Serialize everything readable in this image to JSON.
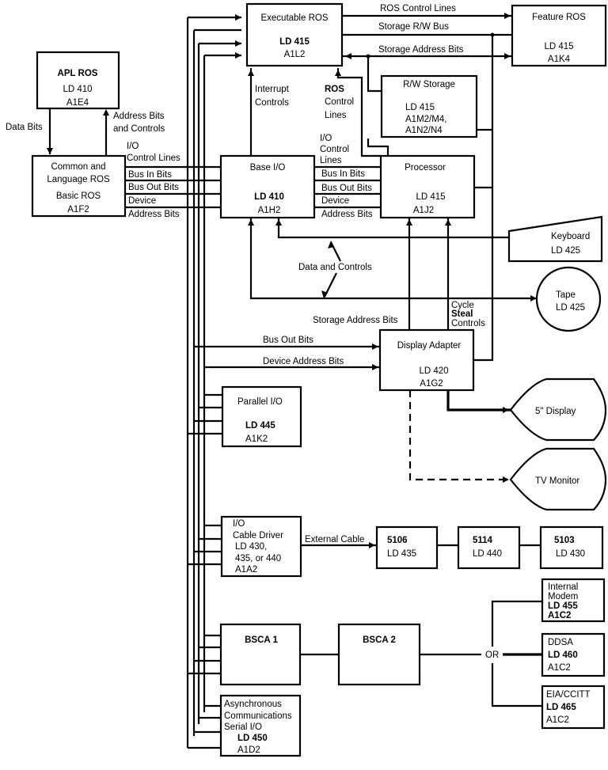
{
  "diagram": {
    "blocks": {
      "apl_ros": {
        "title": "APL ROS",
        "ld": "LD 410",
        "loc": "A1E4"
      },
      "common_ros": {
        "line1": "Common and",
        "line2": "Language ROS",
        "line3": "Basic ROS",
        "loc": "A1F2"
      },
      "exec_ros": {
        "title": "Executable ROS",
        "ld": "LD 415",
        "loc": "A1L2"
      },
      "feature_ros": {
        "title": "Feature ROS",
        "ld": "LD 415",
        "loc": "A1K4"
      },
      "rw_storage": {
        "title": "R/W Storage",
        "ld": "LD 415",
        "loc1": "A1M2/M4,",
        "loc2": "A1N2/N4"
      },
      "base_io": {
        "title": "Base I/O",
        "ld": "LD 410",
        "loc": "A1H2"
      },
      "processor": {
        "title": "Processor",
        "ld": "LD 415",
        "loc": "A1J2"
      },
      "keyboard": {
        "title": "Keyboard",
        "ld": "LD 425"
      },
      "tape": {
        "title": "Tape",
        "ld": "LD 425"
      },
      "display_adapter": {
        "title": "Display Adapter",
        "ld": "LD 420",
        "loc": "A1G2"
      },
      "display5": {
        "title": "5\" Display"
      },
      "tv_monitor": {
        "title": "TV Monitor"
      },
      "parallel_io": {
        "title": "Parallel I/O",
        "ld": "LD 445",
        "loc": "A1K2"
      },
      "cable_driver": {
        "line1": "I/O",
        "line2": "Cable Driver",
        "line3": "LD 430,",
        "line4": "435, or 440",
        "loc": "A1A2"
      },
      "u5106": {
        "title": "5106",
        "ld": "LD 435"
      },
      "u5114": {
        "title": "5114",
        "ld": "LD 440"
      },
      "u5103": {
        "title": "5103",
        "ld": "LD 430"
      },
      "bsca1": {
        "title": "BSCA 1"
      },
      "bsca2": {
        "title": "BSCA 2"
      },
      "async": {
        "line1": "Asynchronous",
        "line2": "Communications",
        "line3": "Serial I/O",
        "ld": "LD 450",
        "loc": "A1D2"
      },
      "modem": {
        "line1": "Internal",
        "line2": "Modem",
        "ld": "LD 455",
        "loc": "A1C2"
      },
      "ddsa": {
        "title": "DDSA",
        "ld": "LD 460",
        "loc": "A1C2"
      },
      "eia": {
        "title": "EIA/CCITT",
        "ld": "LD 465",
        "loc": "A1C2"
      }
    },
    "labels": {
      "data_bits": "Data Bits",
      "address_bits_and": "Address Bits",
      "and_controls": "and Controls",
      "io": "I/O",
      "control_lines": "Control Lines",
      "bus_in_bits": "Bus In Bits",
      "bus_out_bits": "Bus Out Bits",
      "device": "Device",
      "address_bits": "Address Bits",
      "ros_control_lines": "ROS Control Lines",
      "storage_rw_bus": "Storage R/W Bus",
      "storage_address_bits": "Storage Address Bits",
      "interrupt": "Interrupt",
      "controls": "Controls",
      "ros": "ROS",
      "control": "Control",
      "lines": "Lines",
      "data_and_controls": "Data and Controls",
      "cycle": "Cycle",
      "steal": "Steal",
      "device_address_bits": "Device Address Bits",
      "external_cable": "External Cable",
      "or": "OR"
    }
  }
}
